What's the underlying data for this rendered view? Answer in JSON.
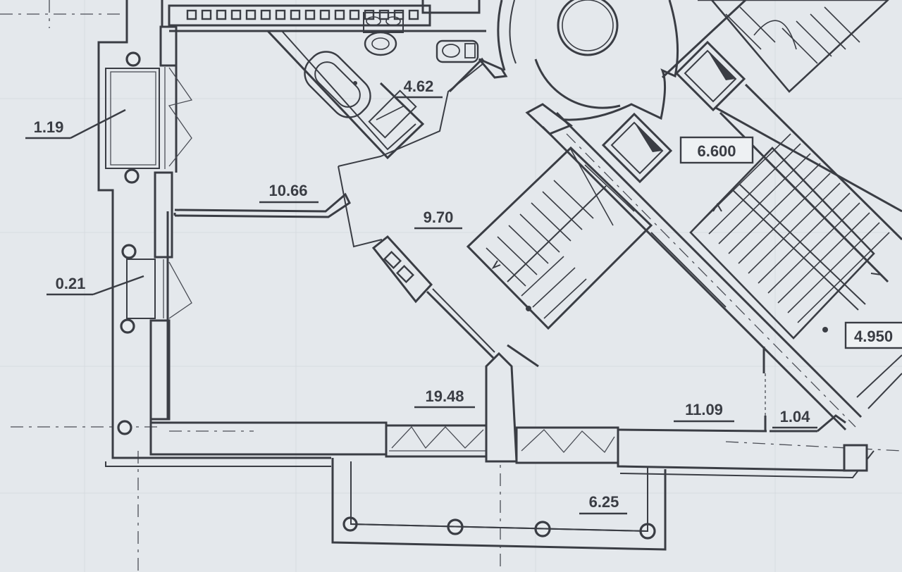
{
  "plan": {
    "area_labels": [
      {
        "id": "bath",
        "text": "4.62"
      },
      {
        "id": "hall",
        "text": "9.70"
      },
      {
        "id": "room-left",
        "text": "10.66"
      },
      {
        "id": "room-main",
        "text": "19.48"
      },
      {
        "id": "room-right",
        "text": "11.09"
      },
      {
        "id": "closet",
        "text": "1.04"
      },
      {
        "id": "terrace",
        "text": "6.25"
      },
      {
        "id": "balcony-upper",
        "text": "1.19"
      },
      {
        "id": "balcony-lower",
        "text": "0.21"
      }
    ],
    "level_marks": [
      {
        "id": "level-stairs",
        "text": "6.600"
      },
      {
        "id": "level-right",
        "text": "4.950"
      }
    ]
  }
}
